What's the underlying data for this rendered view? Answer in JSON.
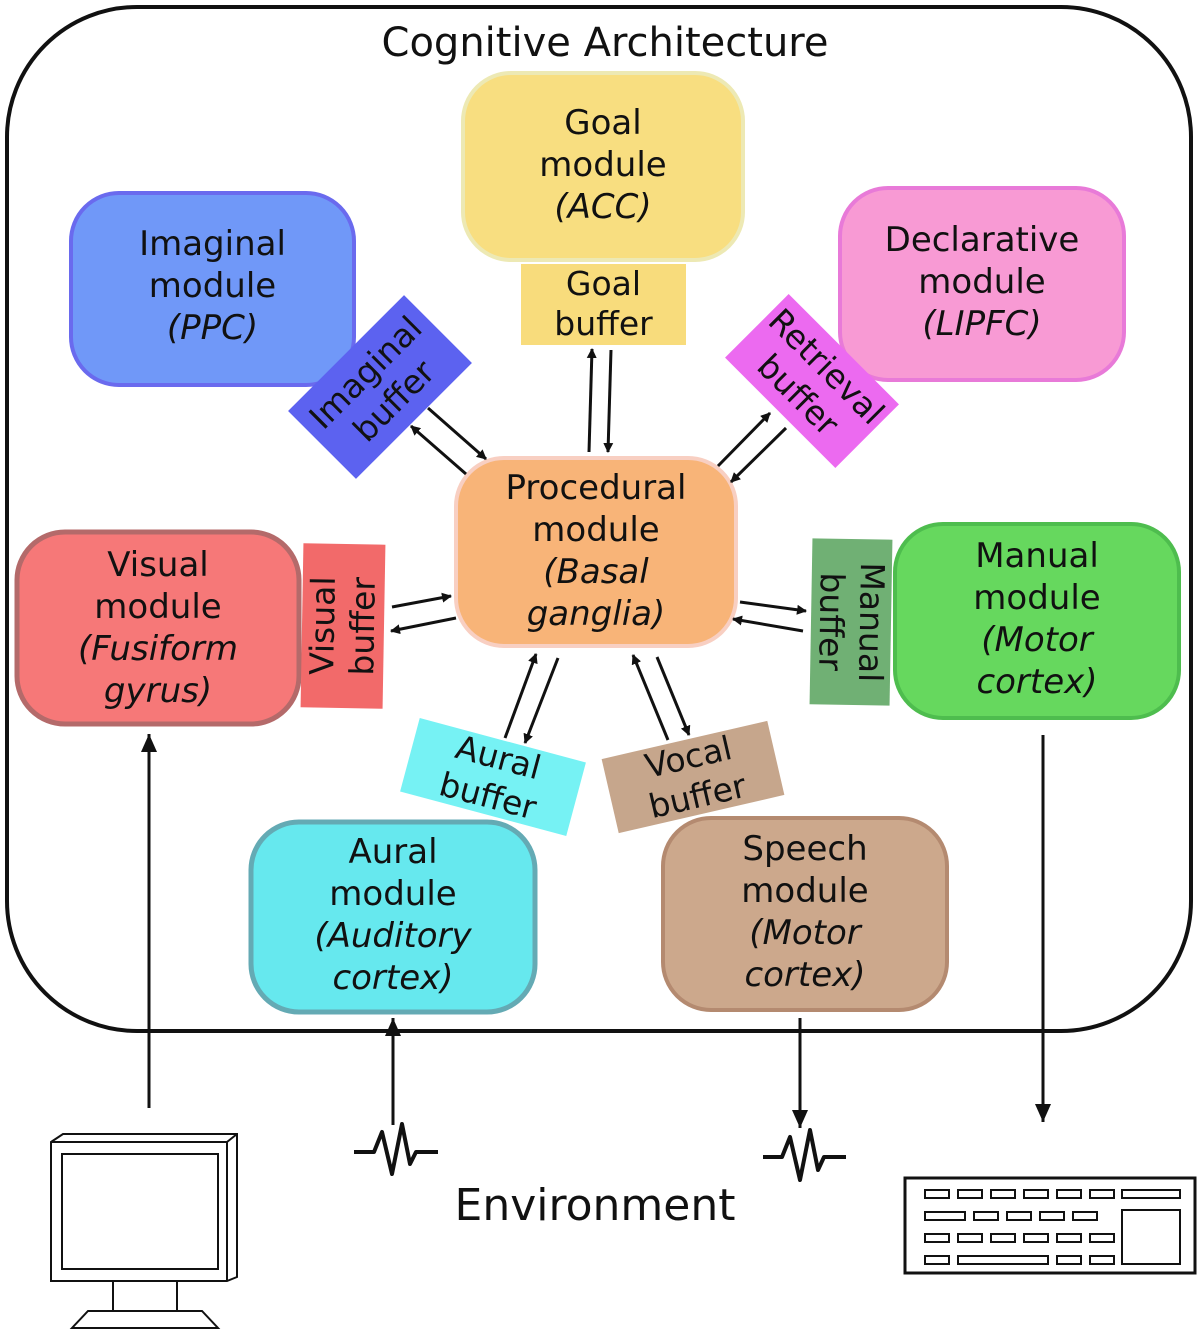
{
  "title": "Cognitive Architecture",
  "environment_label": "Environment",
  "modules": {
    "goal": {
      "name": [
        "Goal",
        "module"
      ],
      "region": "(ACC)",
      "color": "#f8de80"
    },
    "imaginal": {
      "name": [
        "Imaginal",
        "module"
      ],
      "region": "(PPC)",
      "color": "#7098f8"
    },
    "declarative": {
      "name": [
        "Declarative",
        "module"
      ],
      "region": "(LIPFC)",
      "color": "#f89ad4"
    },
    "procedural": {
      "name": [
        "Procedural",
        "module"
      ],
      "region": [
        "(Basal",
        "ganglia)"
      ],
      "color": "#f8b478"
    },
    "visual": {
      "name": [
        "Visual",
        "module"
      ],
      "region": [
        "(Fusiform",
        "gyrus)"
      ],
      "color": "#f67878"
    },
    "manual": {
      "name": [
        "Manual",
        "module"
      ],
      "region": [
        "(Motor",
        "cortex)"
      ],
      "color": "#66d85e"
    },
    "aural": {
      "name": [
        "Aural",
        "module"
      ],
      "region": [
        "(Auditory",
        "cortex)"
      ],
      "color": "#66e8ee"
    },
    "speech": {
      "name": [
        "Speech",
        "module"
      ],
      "region": [
        "(Motor",
        "cortex)"
      ],
      "color": "#cca88c"
    }
  },
  "buffers": {
    "goal": {
      "label": [
        "Goal",
        "buffer"
      ],
      "color": "#f8dc7c"
    },
    "imaginal": {
      "label": [
        "Imaginal",
        "buffer"
      ],
      "color": "#5c62f0"
    },
    "retrieval": {
      "label": [
        "Retrieval",
        "buffer"
      ],
      "color": "#ec6af0"
    },
    "visual": {
      "label": [
        "Visual",
        "buffer"
      ],
      "color": "#f26a6a"
    },
    "manual": {
      "label": [
        "Manual",
        "buffer"
      ],
      "color": "#70b074"
    },
    "aural": {
      "label": [
        "Aural",
        "buffer"
      ],
      "color": "#76f2f4"
    },
    "vocal": {
      "label": [
        "Vocal",
        "buffer"
      ],
      "color": "#c6a68c"
    }
  },
  "icons": [
    "monitor-icon",
    "sound-wave-icon",
    "keyboard-icon"
  ]
}
